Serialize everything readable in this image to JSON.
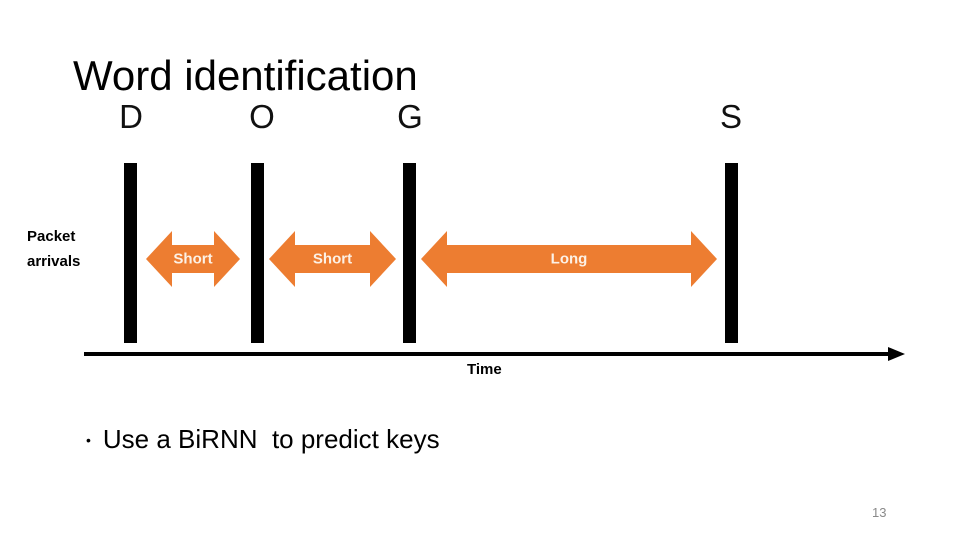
{
  "slide": {
    "title": "Word identification",
    "bullet_marker": "•",
    "bullet_text": "Use a BiRNN  to predict keys",
    "page_number": "13"
  },
  "diagram": {
    "y_label": "Packet arrivals",
    "axis_label": "Time",
    "letters": [
      "D",
      "O",
      "G",
      "S"
    ],
    "intervals": [
      {
        "label": "Short"
      },
      {
        "label": "Short"
      },
      {
        "label": "Long"
      }
    ],
    "colors": {
      "arrow_fill": "#ED7D31",
      "arrow_text": "#FCF1E6",
      "bar": "#000000",
      "axis": "#000000",
      "page_number": "#8A8A8A"
    }
  }
}
